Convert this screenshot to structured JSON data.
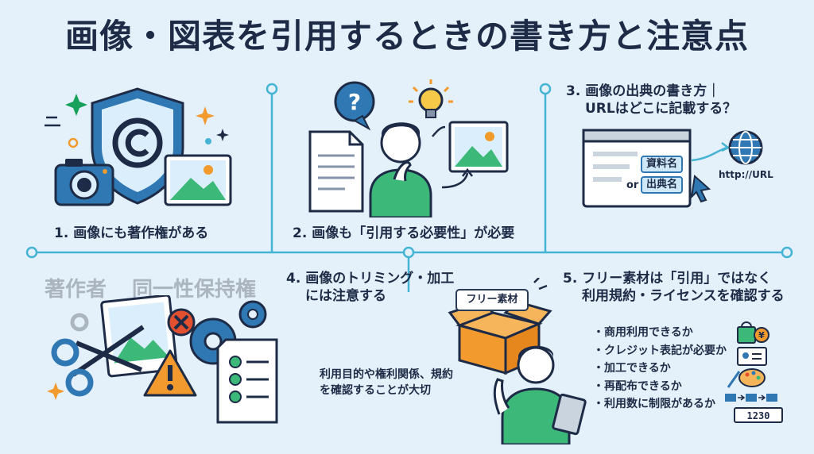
{
  "title": "画像・図表を引用するときの書き方と注意点",
  "sections": [
    {
      "number": "1.",
      "text": "画像にも著作権がある"
    },
    {
      "number": "2.",
      "text": "画像も「引用する必要性」が必要"
    },
    {
      "number": "3.",
      "line1": "画像の出典の書き方｜",
      "line2": "URLはどこに記載する？"
    },
    {
      "number": "4.",
      "line1": "画像のトリミング・加工",
      "line2": "には注意する"
    },
    {
      "number": "5.",
      "line1": "フリー素材は「引用」ではなく",
      "line2": "利用規約・ライセンスを確認する"
    }
  ],
  "section3": {
    "tag1": "資料名",
    "or": "or",
    "tag2": "出典名",
    "url": "http://URL"
  },
  "section4": {
    "ghost1": "著作者",
    "ghost2": "同一性保持権",
    "note_line1": "利用目的や権利関係、規約",
    "note_line2": "を確認することが大切"
  },
  "section5": {
    "box_label": "フリー素材",
    "checklist": [
      "・商用利用できるか",
      "・クレジット表記が必要か",
      "・加工できるか",
      "・再配布できるか",
      "・利用数に制限があるか"
    ],
    "counter": "1230",
    "price_symbol": "¥"
  },
  "colors": {
    "background": "#e4f1fa",
    "line": "#45b3d4",
    "navy": "#1e2b46",
    "blue": "#2f78b3",
    "green": "#3cb878",
    "orange": "#f29a2e",
    "red": "#e2502f"
  },
  "icons": [
    "copyright-shield-icon",
    "camera-icon",
    "image-icon",
    "sparkle-icon",
    "document-icon",
    "question-bubble-icon",
    "lightbulb-icon",
    "thinking-person-icon",
    "browser-window-icon",
    "globe-icon",
    "cursor-icon",
    "scissors-icon",
    "warning-icon",
    "gear-icon",
    "checklist-icon",
    "prohibited-icon",
    "cardboard-box-icon",
    "person-with-tablet-icon",
    "shopping-bag-icon",
    "id-card-icon",
    "palette-icon",
    "folder-transfer-icon",
    "counter-icon"
  ]
}
